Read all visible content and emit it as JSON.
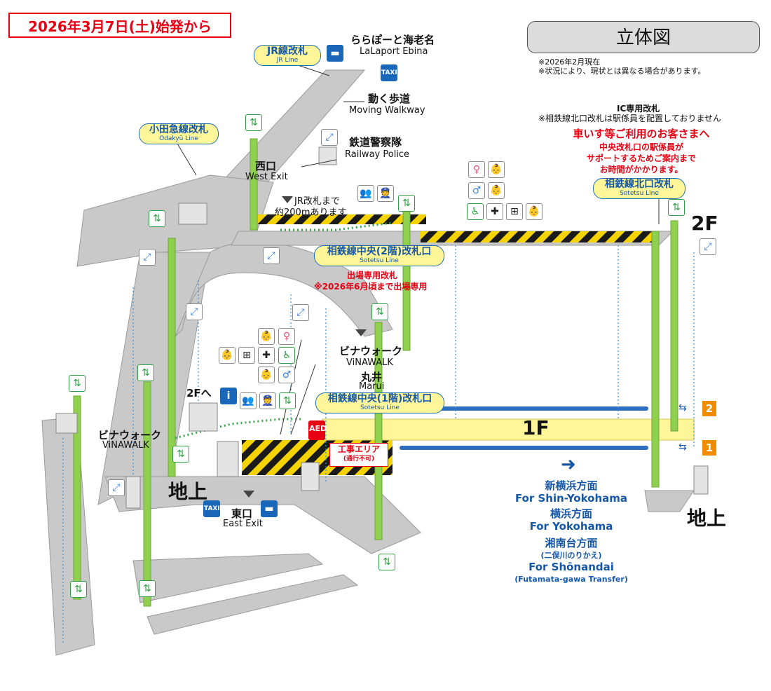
{
  "header": {
    "date_label": "2026年3月7日(土)始発から",
    "title": "立体図",
    "note_1": "※2026年2月現在",
    "note_2": "※状況により、現状とは異なる場合があります。"
  },
  "labels": {
    "lalaport_jp": "ららぽーと海老名",
    "lalaport_en": "LaLaport Ebina",
    "moving_walkway_jp": "動く歩道",
    "moving_walkway_en": "Moving Walkway",
    "railway_police_jp": "鉄道警察隊",
    "railway_police_en": "Railway Police",
    "west_exit_jp": "西口",
    "west_exit_en": "West Exit",
    "jr_note_1": "JR改札まで",
    "jr_note_2": "約200mあります",
    "vinawalk_jp": "ビナウォーク",
    "vinawalk_en": "ViNAWALK",
    "marui_jp": "丸井",
    "marui_en": "Marui",
    "to_2f": "2Fへ",
    "vinawalk_left_jp": "ビナウォーク",
    "vinawalk_left_en": "ViNAWALK",
    "ground_left": "地上",
    "ground_right": "地上",
    "east_exit_jp": "東口",
    "east_exit_en": "East Exit",
    "level_2f": "2F",
    "level_1f": "1F",
    "exit_only_1": "出場専用改札",
    "exit_only_2": "※2026年6月頃まで出場専用",
    "construction_1": "工事エリア",
    "construction_2": "(通行不可)",
    "ic_gate": "IC専用改札",
    "north_gate_note": "※相鉄線北口改札は駅係員を配置しておりません",
    "wheelchair_title": "車いす等ご利用のお客さまへ",
    "wheelchair_1": "中央改札口の駅係員が",
    "wheelchair_2": "サポートするためご案内まで",
    "wheelchair_3": "お時間がかかります。",
    "track_2": "2",
    "track_1": "1",
    "aed": "AED"
  },
  "gates": {
    "jr_jp": "JR線改札",
    "jr_en": "JR Line",
    "odakyu_jp": "小田急線改札",
    "odakyu_en": "Odakyū Line",
    "sotetsu_2f_jp": "相鉄線中央(2階)改札口",
    "sotetsu_2f_en": "Sotetsu Line",
    "sotetsu_1f_jp": "相鉄線中央(1階)改札口",
    "sotetsu_1f_en": "Sotetsu Line",
    "sotetsu_north_jp": "相鉄線北口改札",
    "sotetsu_north_en": "Sotetsu Line"
  },
  "directions": {
    "d1_jp": "新横浜方面",
    "d1_en": "For Shin-Yokohama",
    "d2_jp": "横浜方面",
    "d2_en": "For Yokohama",
    "d3_jp": "湘南台方面",
    "d3_sub": "(二俣川のりかえ)",
    "d3_en": "For Shōnandai",
    "d3_en_sub": "(Futamata-gawa Transfer)"
  },
  "colors": {
    "accent_red": "#e60012",
    "sotetsu_blue": "#1558a8",
    "elevator_green": "#8fd14f",
    "platform_yellow": "#fff69a",
    "track_number": "#f08c00",
    "floor_gray": "#c8c8c8"
  },
  "icons": [
    "bus-icon",
    "taxi-icon",
    "elevator-icon",
    "escalator-icon",
    "stairs-icon",
    "toilet-women-icon",
    "toilet-men-icon",
    "accessible-toilet-icon",
    "baby-icon",
    "diaper-icon",
    "ostomate-icon",
    "info-icon",
    "police-icon",
    "aed-icon",
    "arrow-right-icon",
    "door-arrows-icon"
  ]
}
